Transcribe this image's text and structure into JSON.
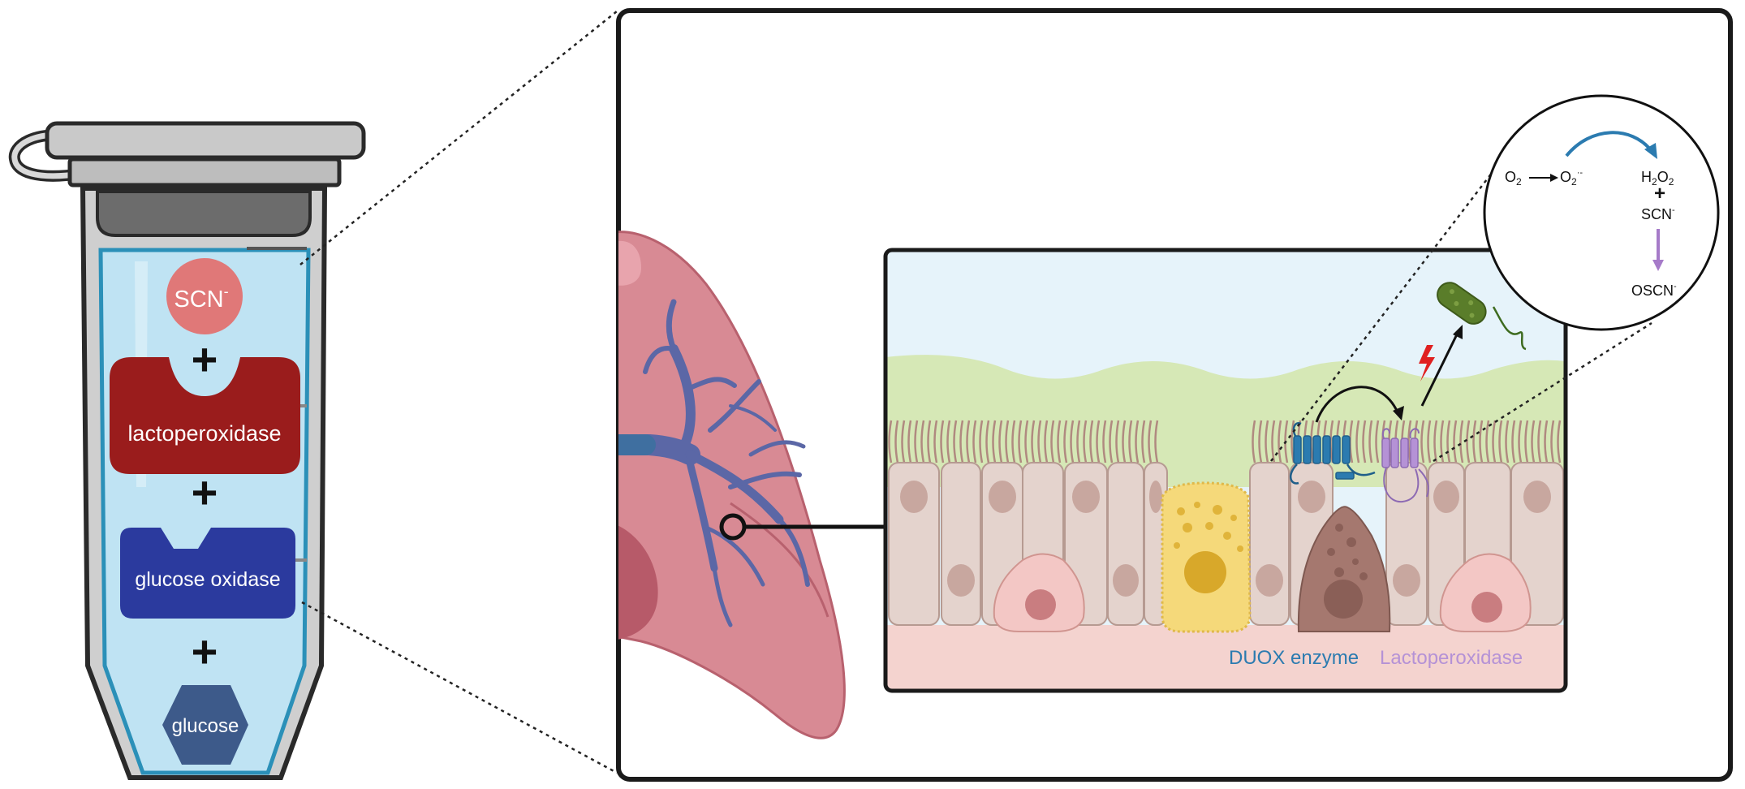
{
  "tube": {
    "scn_label": "SCN",
    "scn_charge": "-",
    "lactoperoxidase_label": "lactoperoxidase",
    "glucose_oxidase_label": "glucose oxidase",
    "glucose_label": "glucose",
    "plus_sign": "+"
  },
  "legend": {
    "duox_label": "DUOX enzyme",
    "lpo_label": "Lactoperoxidase"
  },
  "reaction": {
    "o2_left": "O",
    "o2_left_sub": "2",
    "o2_right": "O",
    "o2_right_sub": "2",
    "o2_right_sup": "·-",
    "h2o2_h": "H",
    "h2o2_sub1": "2",
    "h2o2_o": "O",
    "h2o2_sub2": "2",
    "plus": "+",
    "scn": "SCN",
    "scn_sup": "-",
    "oscn": "OSCN",
    "oscn_sup": "-"
  },
  "colors": {
    "tube_liquid": "#bfe3f3",
    "scn": "#e07878",
    "lactoperoxidase": "#9a1c1c",
    "glucose_oxidase": "#2b3a9e",
    "glucose": "#3d5a8a",
    "duox": "#2b7bb0",
    "lpo": "#b592d6",
    "lung": "#d88a94",
    "bronchi": "#5b67a6"
  }
}
